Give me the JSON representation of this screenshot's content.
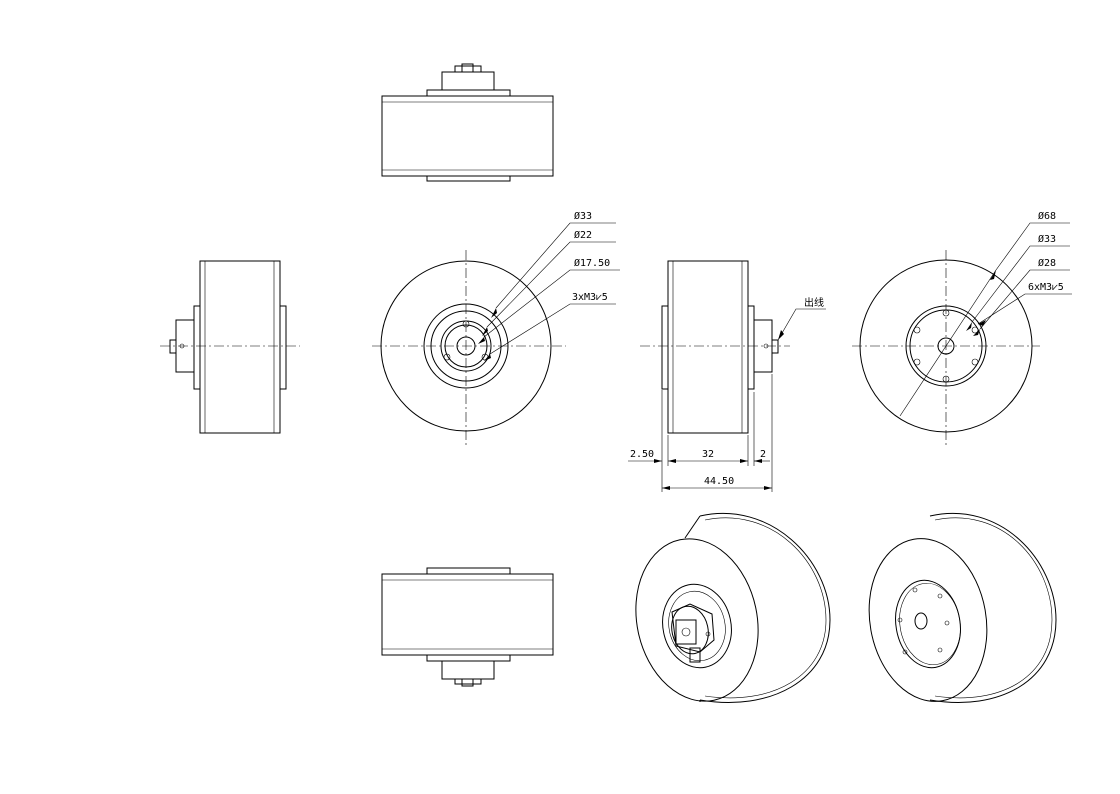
{
  "front_view_callouts": {
    "d33": "Ø33",
    "d22": "Ø22",
    "d17_50": "Ø17.50",
    "holes": "3xM3⩗5"
  },
  "rear_view_callouts": {
    "d68": "Ø68",
    "d33": "Ø33",
    "d28": "Ø28",
    "holes": "6xM3⩗5"
  },
  "side_dimensions": {
    "d2_50": "2.50",
    "d32": "32",
    "d2": "2",
    "d44_50": "44.50"
  },
  "cable_label": "出线"
}
